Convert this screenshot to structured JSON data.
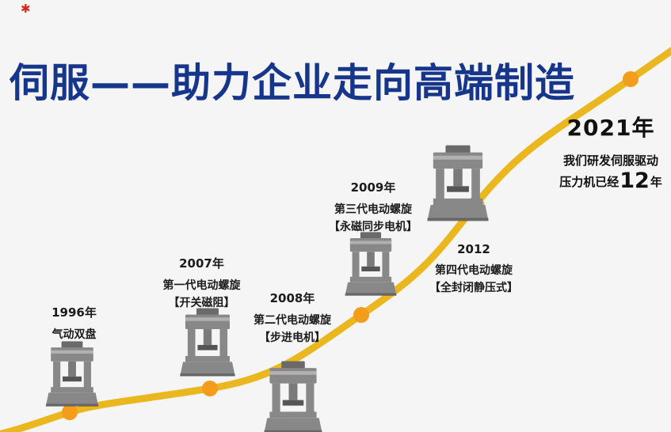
{
  "page": {
    "background": "#f5f5f6",
    "title": "伺服——助力企业走向高端制造",
    "title_color": "#16368c",
    "curve_color": "#eab71e",
    "marker_color": "#f49d1d",
    "logo_glyph": "✱"
  },
  "milestones": [
    {
      "id": "1996",
      "year": "1996年",
      "line1": "气动双盘",
      "line2": "",
      "machine_color": "#6f9e68"
    },
    {
      "id": "2007",
      "year": "2007年",
      "line1": "第一代电动螺旋",
      "line2": "【开关磁阻】",
      "machine_color": "#25b2c3"
    },
    {
      "id": "2008",
      "year": "2008年",
      "line1": "第二代电动螺旋",
      "line2": "【步进电机】",
      "machine_color": "#df5a2a"
    },
    {
      "id": "2009",
      "year": "2009年",
      "line1": "第三代电动螺旋",
      "line2": "【永磁同步电机】",
      "machine_color": "#c63c2c"
    },
    {
      "id": "2012",
      "year": "2012",
      "line1": "第四代电动螺旋",
      "line2": "【全封闭静压式】",
      "machine_color": "#b23327"
    },
    {
      "id": "2021",
      "year": "2021年",
      "line1": "我们研发伺服驱动",
      "line2_prefix": "压力机已经",
      "line2_number": "12",
      "line2_suffix": "年"
    }
  ]
}
